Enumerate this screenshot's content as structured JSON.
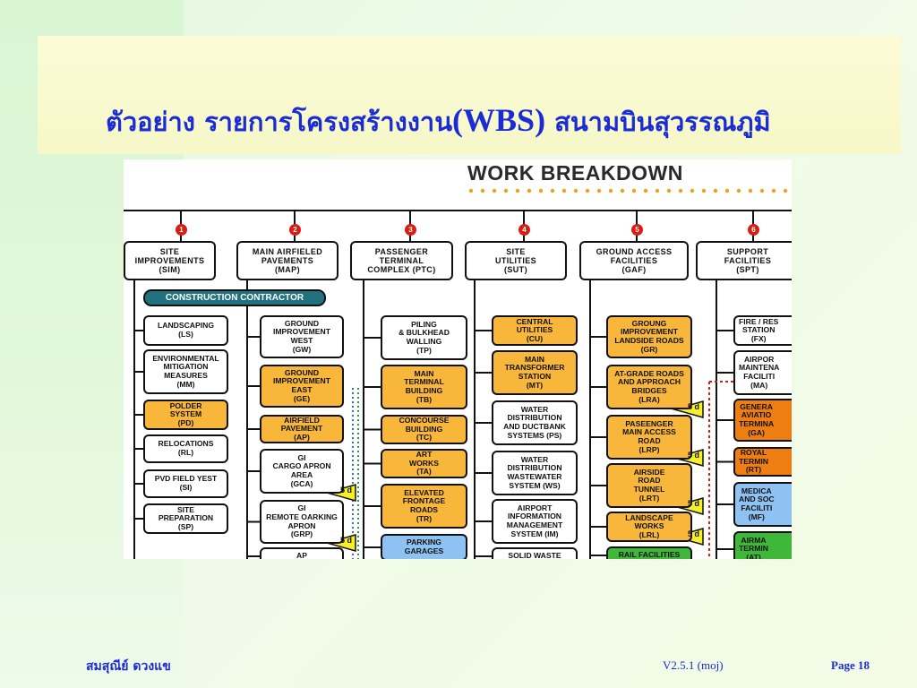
{
  "slide": {
    "title_prefix": "ตัวอย่าง รายการโครงสร้างงาน",
    "title_wbs": "(WBS)",
    "title_suffix": " สนามบินสุวรรณภูมิ",
    "author": "สมสุณีย์  ดวงแข",
    "version": "V2.5.1 (moj)",
    "page": "Page 18"
  },
  "diagram": {
    "heading": "WORK BREAKDOWN",
    "contractor_label": "CONSTRUCTION CONTRACTOR",
    "flag_label": "5 d",
    "colors": {
      "orange": "#f8b63a",
      "dark_orange": "#ee7e12",
      "blue": "#8dc2f2",
      "green": "#3fb83a",
      "marker": "#d81d12",
      "contractor": "#23707e",
      "dots": "#f0a020"
    },
    "columns": [
      {
        "num": "1",
        "header": "SITE\nIMPROVEMENTS\n(SIM)",
        "items": [
          {
            "label": "LANDSCAPING\n(LS)",
            "style": "white"
          },
          {
            "label": "ENVIRONMENTAL\nMITIGATION\nMEASURES\n(MM)",
            "style": "white"
          },
          {
            "label": "POLDER\nSYSTEM\n(PD)",
            "style": "orange"
          },
          {
            "label": "RELOCATIONS\n(RL)",
            "style": "white"
          },
          {
            "label": "PVD FIELD YEST\n(SI)",
            "style": "white"
          },
          {
            "label": "SITE\nPREPARATION\n(SP)",
            "style": "white"
          }
        ]
      },
      {
        "num": "2",
        "header": "MAIN AIRFIELED\nPAVEMENTS\n(MAP)",
        "items": [
          {
            "label": "GROUND\nIMPROVEMENT\nWEST\n(GW)",
            "style": "white"
          },
          {
            "label": "GROUND\nIMPROVEMENT\nEAST\n(GE)",
            "style": "orange"
          },
          {
            "label": "AIRFIELD\nPAVEMENT\n(AP)",
            "style": "orange"
          },
          {
            "label": "GI\nCARGO APRON\nAREA\n(GCA)",
            "style": "white"
          },
          {
            "label": "GI\nREMOTE OARKING\nAPRON\n(GRP)",
            "style": "white"
          },
          {
            "label": "AP",
            "style": "white"
          }
        ]
      },
      {
        "num": "3",
        "header": "PASSENGER\nTERMINAL\nCOMPLEX (PTC)",
        "items": [
          {
            "label": "PILING\n& BULKHEAD\nWALLING\n(TP)",
            "style": "white"
          },
          {
            "label": "MAIN\nTERMINAL\nBUILDING\n(TB)",
            "style": "orange"
          },
          {
            "label": "CONCOURSE\nBUILDING\n(TC)",
            "style": "orange"
          },
          {
            "label": "ART\nWORKS\n(TA)",
            "style": "orange"
          },
          {
            "label": "ELEVATED\nFRONTAGE\nROADS\n(TR)",
            "style": "orange"
          },
          {
            "label": "PARKING\nGARAGES",
            "style": "blue"
          }
        ]
      },
      {
        "num": "4",
        "header": "SITE\nUTILITIES\n(SUT)",
        "items": [
          {
            "label": "CENTRAL\nUTILITIES\n(CU)",
            "style": "orange"
          },
          {
            "label": "MAIN\nTRANSFORMER\nSTATION\n(MT)",
            "style": "orange"
          },
          {
            "label": "WATER\nDISTRIBUTION\nAND DUCTBANK\nSYSTEMS (PS)",
            "style": "white"
          },
          {
            "label": "WATER\nDISTRIBUTION\nWASTEWATER\nSYSTEM (WS)",
            "style": "white"
          },
          {
            "label": "AIRPORT\nINFORMATION\nMANAGEMENT\nSYSTEM (IM)",
            "style": "white"
          },
          {
            "label": "SOLID WASTE",
            "style": "white"
          }
        ]
      },
      {
        "num": "5",
        "header": "GROUND ACCESS\nFACILITIES\n(GAF)",
        "items": [
          {
            "label": "GROUNG\nIMPROVEMENT\nLANDSIDE ROADS\n(GR)",
            "style": "orange"
          },
          {
            "label": "AT-GRADE ROADS\nAND APPROACH\nBRIDGES\n(LRA)",
            "style": "orange"
          },
          {
            "label": "PASEENGER\nMAIN ACCESS\nROAD\n(LRP)",
            "style": "orange"
          },
          {
            "label": "AIRSIDE\nROAD\nTUNNEL\n(LRT)",
            "style": "orange"
          },
          {
            "label": "LANDSCAPE\nWORKS\n(LRL)",
            "style": "orange"
          },
          {
            "label": "RAIL FACILITIES",
            "style": "green"
          }
        ]
      },
      {
        "num": "6",
        "header": "SUPPORT\nFACILITIES\n(SPT)",
        "items": [
          {
            "label": "FIRE / RES\nSTATION\n(FX)",
            "style": "white"
          },
          {
            "label": "AIRPOR\nMAINTENA\nFACILITI\n(MA)",
            "style": "white"
          },
          {
            "label": "GENERA\nAVIATIO\nTERMINA\n(GA)",
            "style": "dorange"
          },
          {
            "label": "ROYAL\nTERMIN\n(RT)",
            "style": "dorange"
          },
          {
            "label": "MEDICA\nAND SOC\nFACILITI\n(MF)",
            "style": "blue"
          },
          {
            "label": "AIRMA\nTERMIN\n(AT)",
            "style": "green"
          }
        ]
      }
    ]
  }
}
